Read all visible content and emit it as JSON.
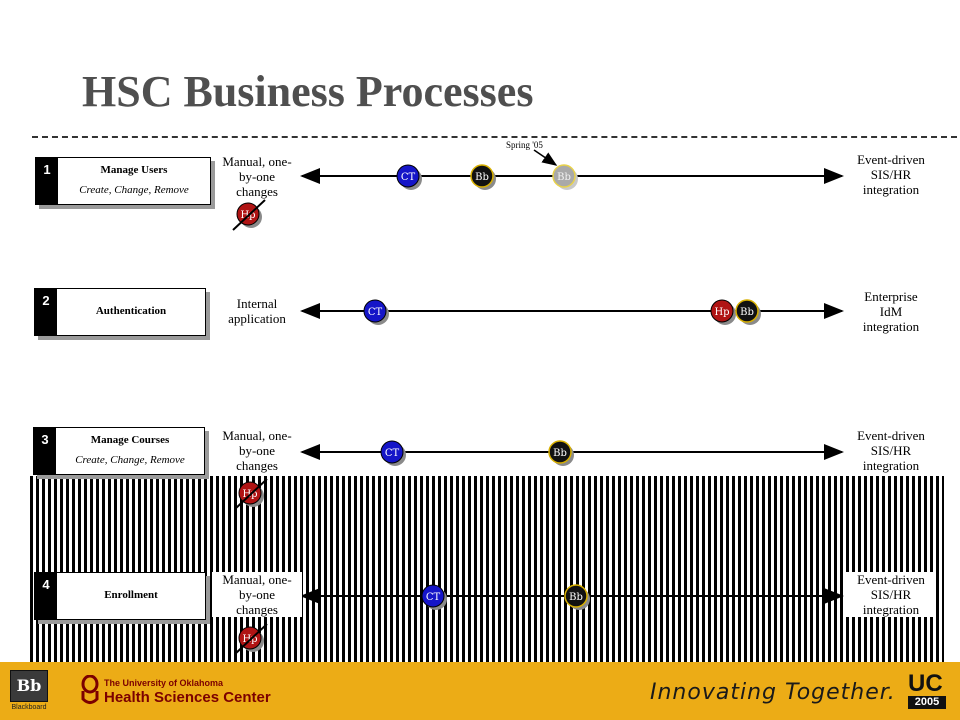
{
  "title": "HSC Business Processes",
  "spring_note": "Spring '05",
  "rows": [
    {
      "number": "1",
      "name": "Manage Users",
      "subtitle": "Create, Change, Remove",
      "left_label": [
        "Manual, one-",
        "by-one",
        "changes"
      ],
      "right_label": [
        "Event-driven",
        "SIS/HR",
        "integration"
      ]
    },
    {
      "number": "2",
      "name": "Authentication",
      "subtitle": "",
      "left_label": [
        "Internal",
        "application"
      ],
      "right_label": [
        "Enterprise",
        "IdM",
        "integration"
      ]
    },
    {
      "number": "3",
      "name": "Manage Courses",
      "subtitle": "Create, Change, Remove",
      "left_label": [
        "Manual, one-",
        "by-one",
        "changes"
      ],
      "right_label": [
        "Event-driven",
        "SIS/HR",
        "integration"
      ]
    },
    {
      "number": "4",
      "name": "Enrollment",
      "subtitle": "",
      "left_label": [
        "Manual, one-",
        "by-one",
        "changes"
      ],
      "right_label": [
        "Event-driven",
        "SIS/HR",
        "integration"
      ]
    }
  ],
  "markers": {
    "ct": "CT",
    "bb": "Bb",
    "hp": "Hp"
  },
  "colors": {
    "ct": "#1515c8",
    "bb": "#111111",
    "bb_future": "#a9a9a9",
    "hp": "#b01414",
    "footer": "#ecac16",
    "title": "#4f4f4f"
  },
  "footer": {
    "bb_logo_letters": "Bb",
    "bb_logo_word": "Blackboard",
    "ou_line1": "The University of Oklahoma",
    "ou_line2": "Health Sciences Center",
    "tagline": "Innovating Together.",
    "uc_logo_letters": "UC",
    "uc_logo_year": "2005"
  }
}
